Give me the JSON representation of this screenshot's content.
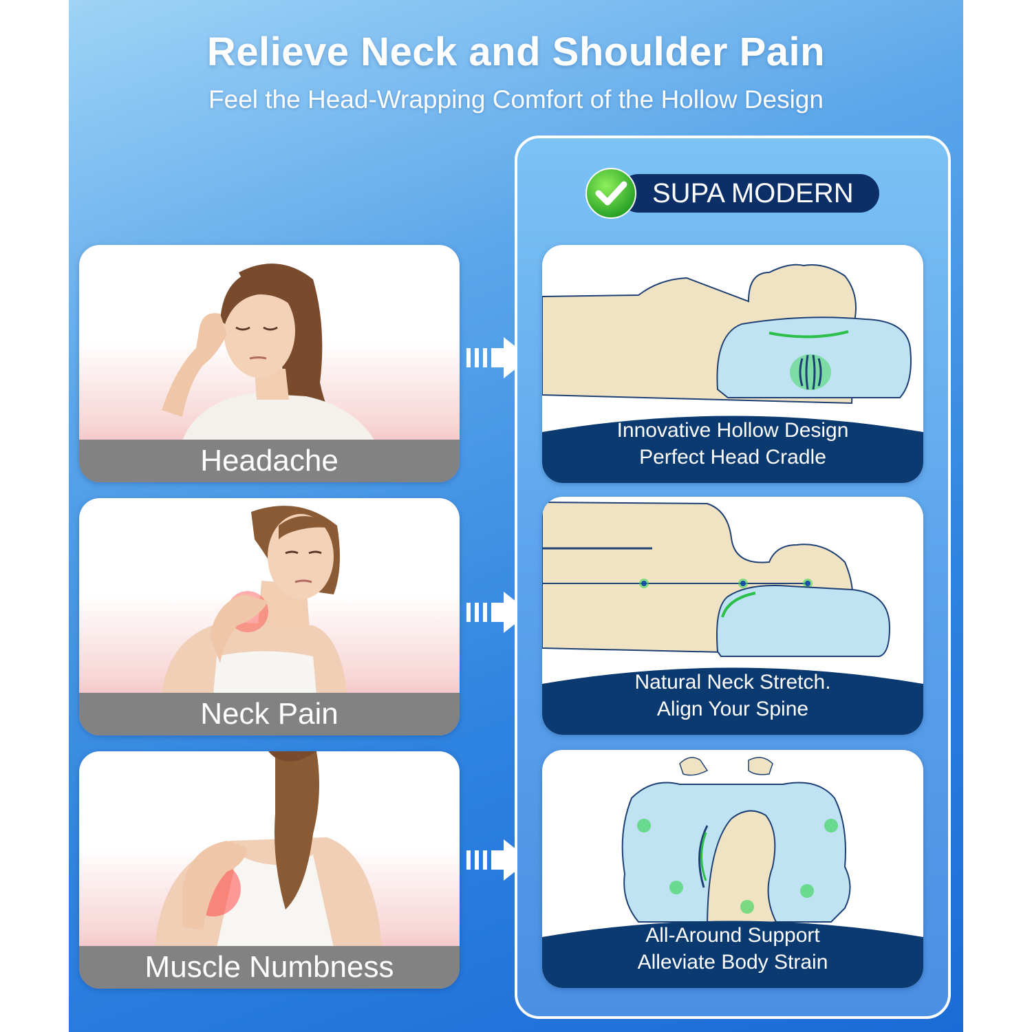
{
  "header": {
    "title": "Relieve Neck and Shoulder Pain",
    "subtitle": "Feel the Head-Wrapping Comfort of the Hollow Design"
  },
  "pain_points": [
    {
      "label": "Headache"
    },
    {
      "label": "Neck Pain"
    },
    {
      "label": "Muscle Numbness"
    }
  ],
  "brand": {
    "name": "SUPA MODERN",
    "icon": "check-icon"
  },
  "features": [
    {
      "line1": "Innovative Hollow Design",
      "line2": "Perfect Head Cradle",
      "illustration": "hollow-pillow-side-view"
    },
    {
      "line1": "Natural Neck Stretch.",
      "line2": "Align Your Spine",
      "illustration": "spine-alignment-view"
    },
    {
      "line1": "All-Around Support",
      "line2": "Alleviate Body Strain",
      "illustration": "pillow-top-view"
    }
  ],
  "colors": {
    "navy": "#0b2f66",
    "gray_label": "#828282",
    "pillow_blue": "#bfe3f3",
    "skin_beige": "#efe3c4",
    "green_glow": "#3cd65a"
  }
}
